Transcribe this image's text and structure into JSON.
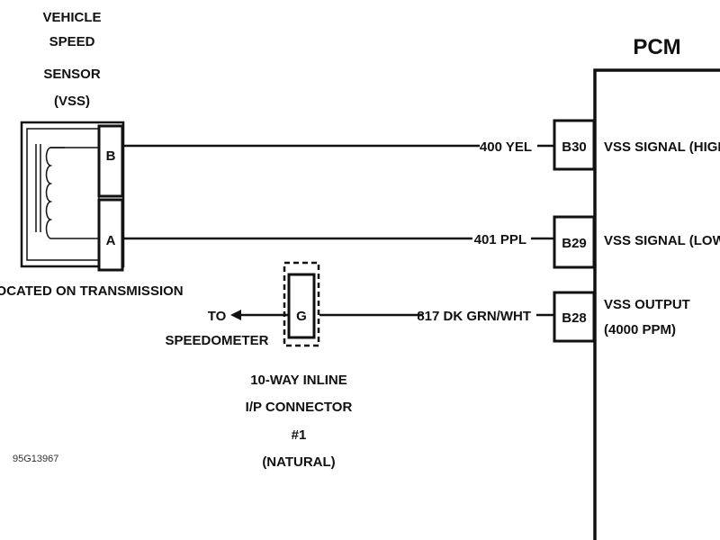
{
  "sensor": {
    "title_lines": [
      "VEHICLE",
      "SPEED",
      "SENSOR",
      "(VSS)"
    ],
    "location": "LOCATED ON TRANSMISSION",
    "pin_b": "B",
    "pin_a": "A"
  },
  "pcm": {
    "title": "PCM",
    "pins": [
      {
        "id": "B30",
        "wire": "400 YEL",
        "label_lines": [
          "VSS SIGNAL (HIGH)"
        ]
      },
      {
        "id": "B29",
        "wire": "401 PPL",
        "label_lines": [
          "VSS SIGNAL (LOW)"
        ]
      },
      {
        "id": "B28",
        "wire": "817 DK GRN/WHT",
        "label_lines": [
          "VSS OUTPUT",
          "(4000 PPM)"
        ]
      }
    ]
  },
  "connector": {
    "pin": "G",
    "label_lines": [
      "10-WAY INLINE",
      "I/P CONNECTOR",
      "#1",
      "(NATURAL)"
    ]
  },
  "speedometer": {
    "label_lines": [
      "TO",
      "SPEEDOMETER"
    ]
  },
  "figure_id": "95G13967"
}
